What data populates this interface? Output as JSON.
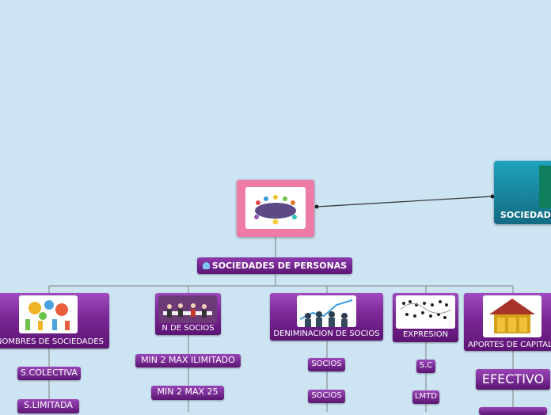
{
  "root": {
    "label": "SOCIEDADES DE PERSONAS"
  },
  "right_node": {
    "label": "SOCIEDADES"
  },
  "branches": [
    {
      "label": "NOMBRES DE SOCIEDADES",
      "children": [
        "S.COLECTIVA",
        "S.LIMITADA"
      ]
    },
    {
      "label": "N DE SOCIOS",
      "children": [
        "MIN 2  MAX ILIMITADO",
        "MIN 2 MAX 25"
      ]
    },
    {
      "label": "DENIMINACION DE SOCIOS",
      "children": [
        "SOCIOS",
        "SOCIOS"
      ]
    },
    {
      "label": "EXPRESION",
      "children": [
        "S.C",
        "LMTD"
      ]
    },
    {
      "label": "APORTES DE CAPITAL",
      "children": [
        "EFECTIVO"
      ]
    }
  ],
  "colors": {
    "background": "#cde4f3",
    "purple": "#6b1f86",
    "pink": "#ee7aa6",
    "teal": "#1a8aa6",
    "line": "#8a8a8a"
  }
}
